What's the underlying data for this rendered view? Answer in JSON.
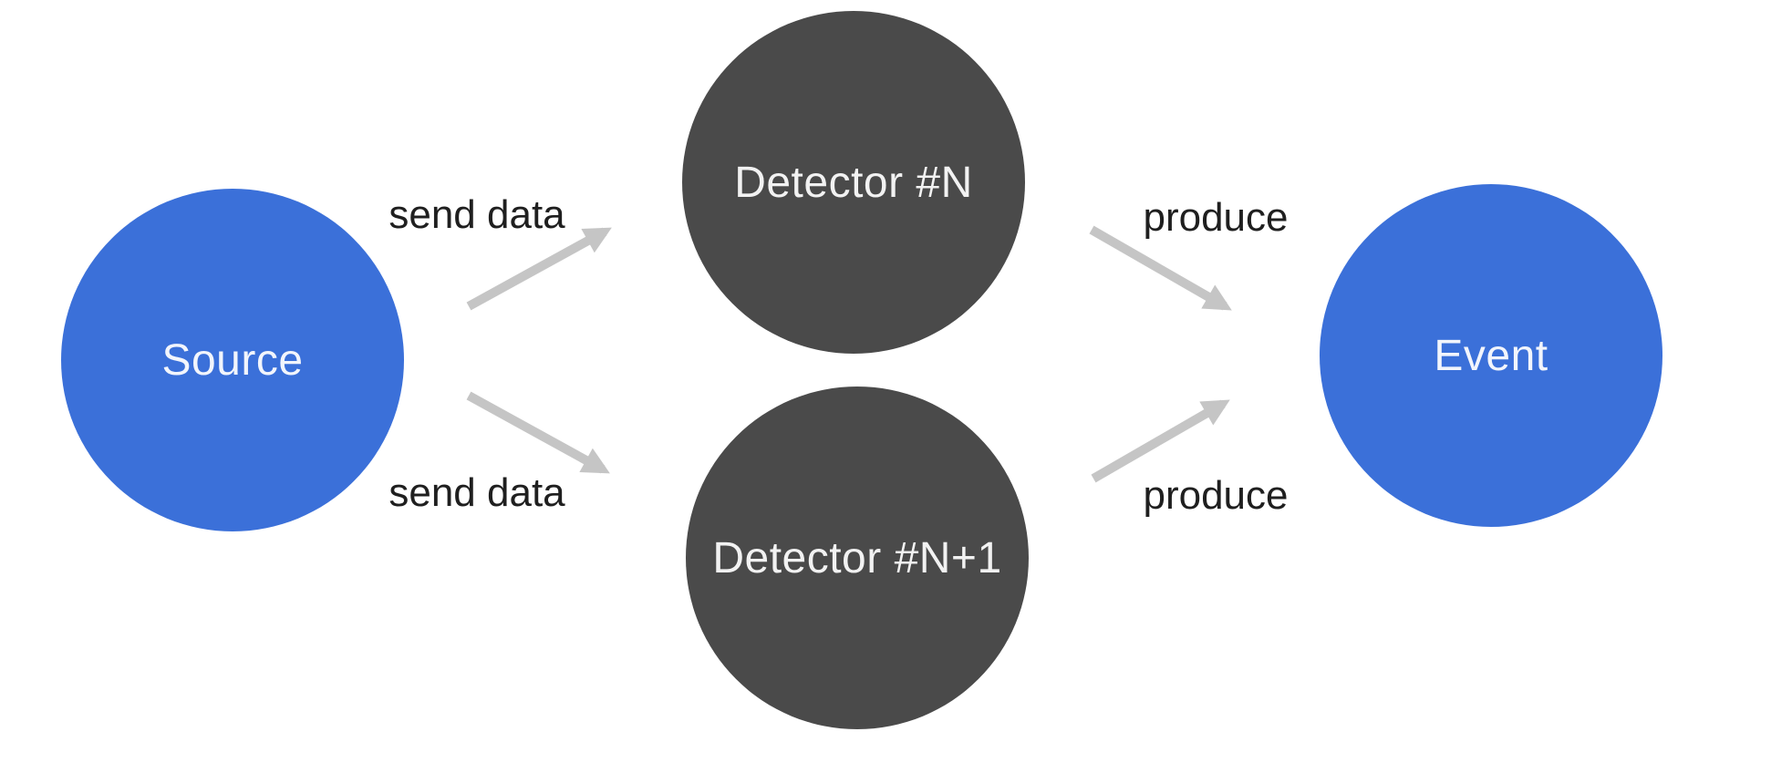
{
  "diagram": {
    "background_color": "#ffffff",
    "nodes": [
      {
        "id": "source",
        "label": "Source",
        "shape": "circle",
        "fill": "#3b70d9",
        "text_color": "#f2f5fc"
      },
      {
        "id": "detector-n",
        "label": "Detector #N",
        "shape": "circle",
        "fill": "#4a4a4a",
        "text_color": "#f2f2f2"
      },
      {
        "id": "detector-n-plus-1",
        "label": "Detector #N+1",
        "shape": "circle",
        "fill": "#4a4a4a",
        "text_color": "#f2f2f2"
      },
      {
        "id": "event",
        "label": "Event",
        "shape": "circle",
        "fill": "#3b70d9",
        "text_color": "#f2f5fc"
      }
    ],
    "edges": [
      {
        "from": "source",
        "to": "detector-n",
        "label": "send data"
      },
      {
        "from": "source",
        "to": "detector-n-plus-1",
        "label": "send data"
      },
      {
        "from": "detector-n",
        "to": "event",
        "label": "produce"
      },
      {
        "from": "detector-n-plus-1",
        "to": "event",
        "label": "produce"
      }
    ],
    "edge_label_color": "#1f1f1f",
    "arrow_color": "#c5c5c5"
  }
}
